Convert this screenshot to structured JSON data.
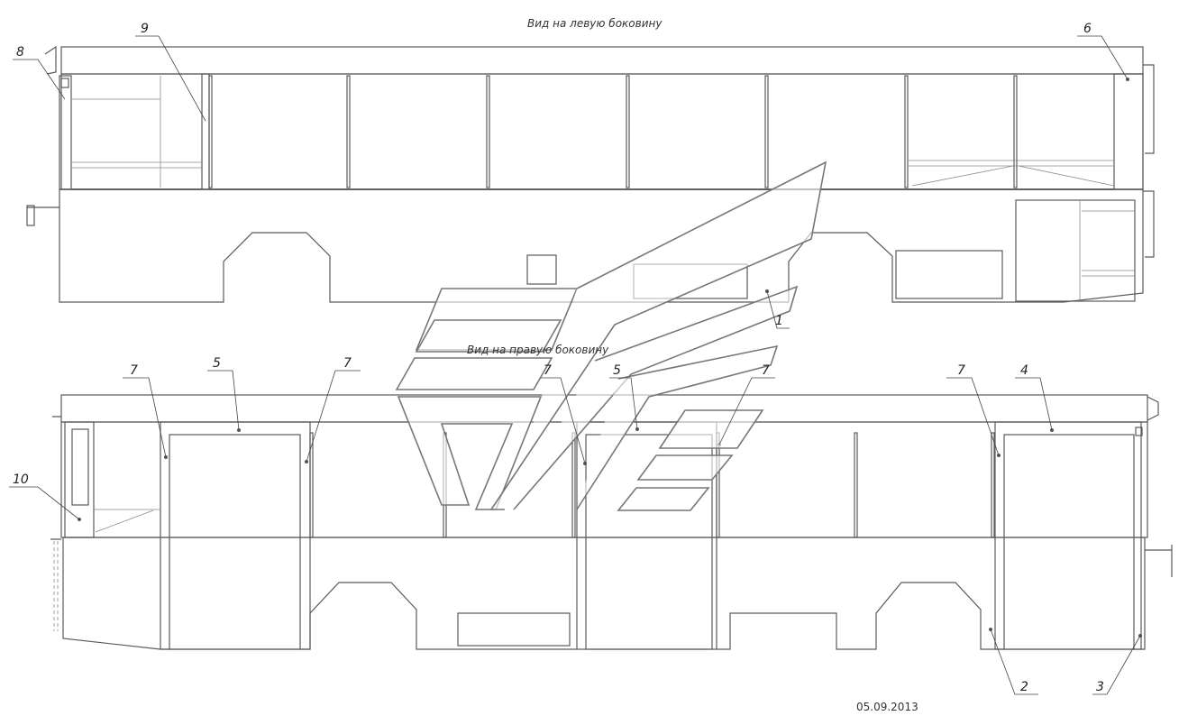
{
  "views": {
    "left_title": "Вид на левую боковину",
    "right_title": "Вид на правую боковину"
  },
  "callouts": {
    "c1": "1",
    "c2": "2",
    "c3": "3",
    "c4": "4",
    "c5a": "5",
    "c5b": "5",
    "c6": "6",
    "c7a": "7",
    "c7b": "7",
    "c7c": "7",
    "c7d": "7",
    "c7e": "7",
    "c8": "8",
    "c9": "9",
    "c10": "10"
  },
  "date": "05.09.2013",
  "colors": {
    "line": "#5a5a5a",
    "background": "#ffffff"
  }
}
